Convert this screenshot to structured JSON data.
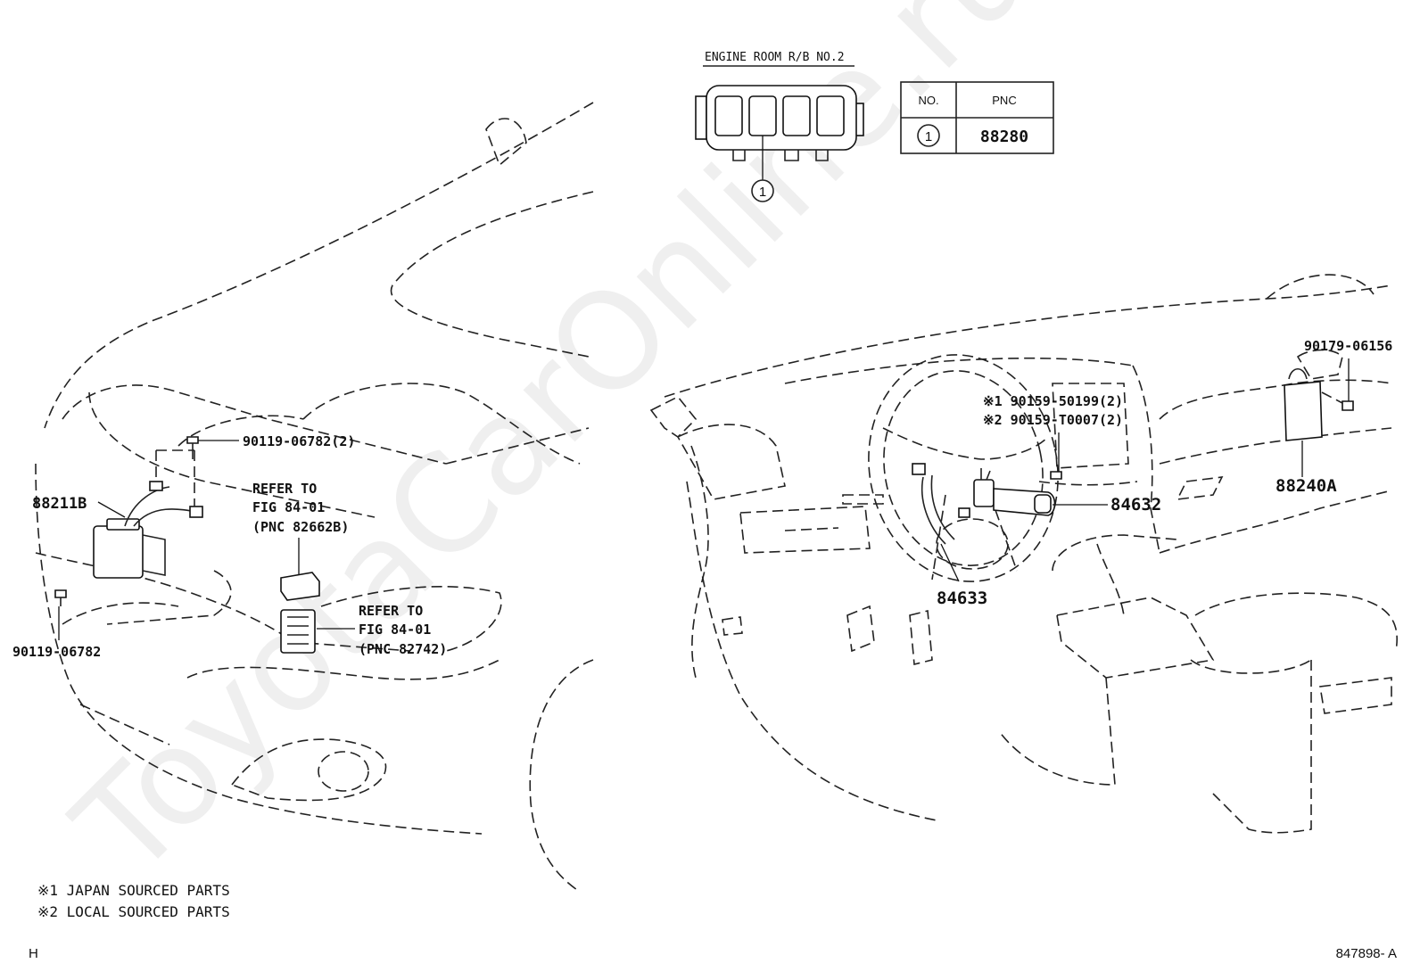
{
  "relay_block": {
    "title": "ENGINE ROOM R/B NO.2",
    "position_callout": "1"
  },
  "pnc_table": {
    "headers": [
      "NO.",
      "PNC"
    ],
    "rows": [
      {
        "no": "1",
        "pnc": "88280"
      }
    ]
  },
  "left_callouts": {
    "bolt_top": "90119-06782(2)",
    "unit_88211b": "88211B",
    "bolt_bottom": "90119-06782",
    "refer1": {
      "line1": "REFER TO",
      "line2": "FIG 84-01",
      "line3": "(PNC 82662B)"
    },
    "refer2": {
      "line1": "REFER TO",
      "line2": "FIG 84-01",
      "line3": "(PNC 82742)"
    }
  },
  "right_callouts": {
    "screw_japan": "※1 90159-50199(2)",
    "screw_local": "※2 90159-T0007(2)",
    "switch_84632": "84632",
    "sensor_84633": "84633",
    "nut": "90179-06156",
    "ecu_88240a": "88240A"
  },
  "footnotes": [
    "※1 JAPAN SOURCED PARTS",
    "※2 LOCAL SOURCED PARTS"
  ],
  "corner_left": "H",
  "figure_id": "847898- A",
  "watermark": "ToyotaCarOnline.ru"
}
